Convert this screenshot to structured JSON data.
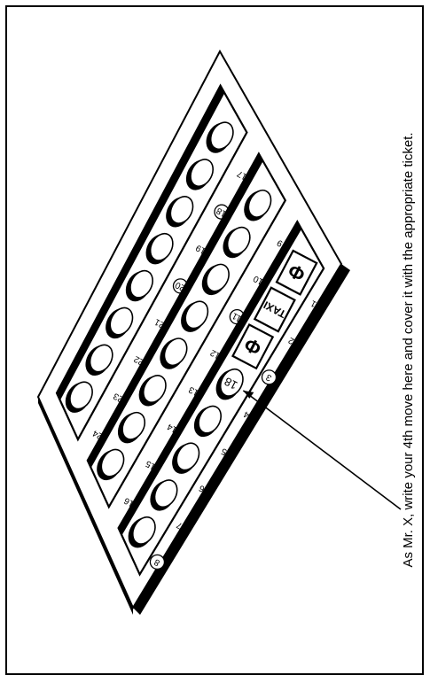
{
  "caption": "As Mr. X, write your 4th move here and cover it with the appropriate ticket.",
  "move_numbers": [
    "1",
    "2",
    "3",
    "4",
    "5",
    "6",
    "7",
    "8",
    "9",
    "10",
    "11",
    "12",
    "13",
    "14",
    "15",
    "16",
    "17",
    "18",
    "19",
    "20",
    "21",
    "22",
    "23",
    "24"
  ],
  "transport_tickets": {
    "taxi_label": "TAXI",
    "underground_symbol": "Φ"
  },
  "written_move": "18",
  "colors": {
    "ink": "#000000",
    "paper": "#ffffff"
  }
}
